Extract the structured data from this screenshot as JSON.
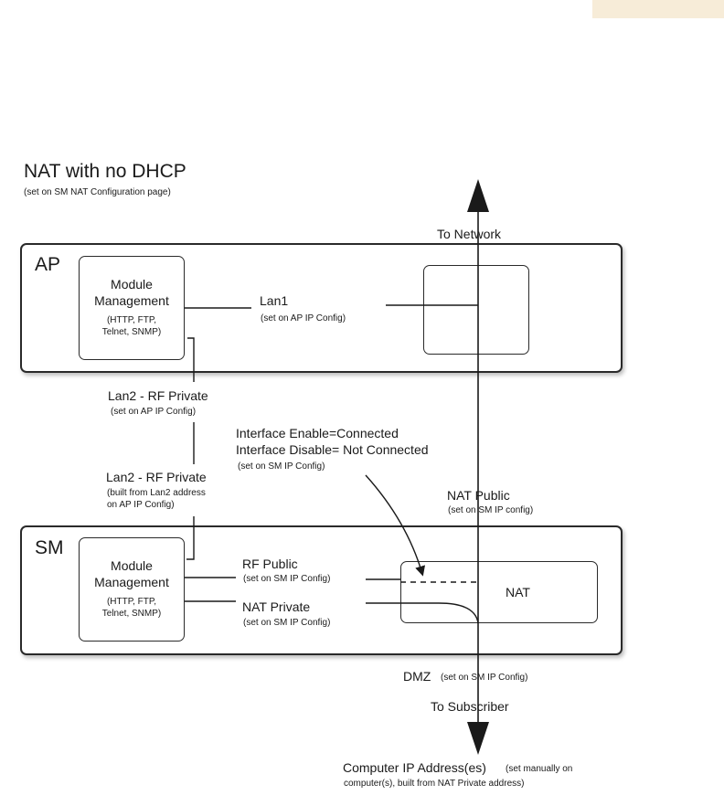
{
  "title": "NAT with no DHCP",
  "subtitle": "(set on SM NAT Configuration page)",
  "ap": {
    "label": "AP",
    "module_title": "Module\nManagement",
    "module_sub": "(HTTP, FTP,\nTelnet, SNMP)",
    "lan1": "Lan1",
    "lan1_note": "(set on AP IP Config)"
  },
  "to_network": "To Network",
  "lan2_ap": "Lan2 - RF Private",
  "lan2_ap_note": "(set on AP IP Config)",
  "interface": "Interface Enable=Connected\nInterface Disable= Not Connected",
  "interface_note": "(set on SM IP Config)",
  "lan2_sm": "Lan2 - RF Private",
  "lan2_sm_note": "(built from Lan2 address\non AP IP Config)",
  "nat_public": "NAT Public",
  "nat_public_note": "(set on SM IP config)",
  "sm": {
    "label": "SM",
    "module_title": "Module\nManagement",
    "module_sub": "(HTTP, FTP,\nTelnet, SNMP)",
    "rf_public": "RF Public",
    "rf_public_note": "(set on SM IP Config)",
    "nat_private": "NAT Private",
    "nat_private_note": "(set on SM IP Config)",
    "nat_box": "NAT"
  },
  "dmz": "DMZ",
  "dmz_note": "(set on SM IP Config)",
  "to_subscriber": "To Subscriber",
  "computer": "Computer IP Address(es)",
  "computer_note1": "(set manually on",
  "computer_note2": "computer(s), built from NAT Private address)"
}
